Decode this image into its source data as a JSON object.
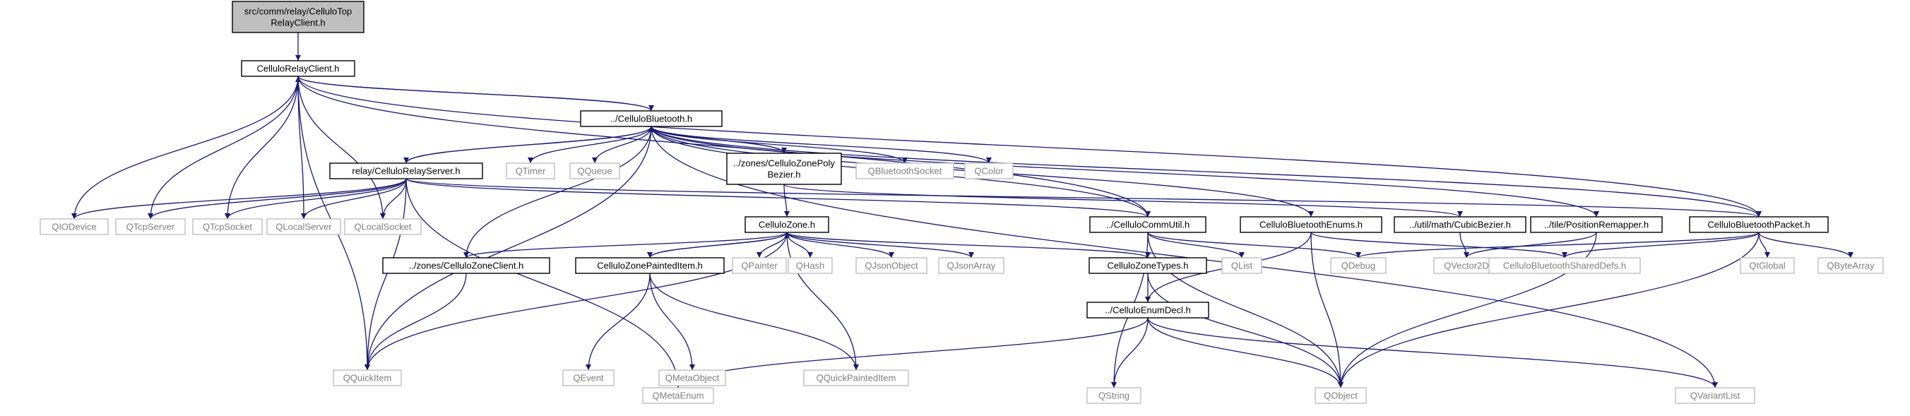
{
  "graph": {
    "colors": {
      "edge": "#191970",
      "root_fill": "#bfbfbf",
      "local_border": "#000000",
      "external_border": "#bfbfbf",
      "external_text": "#7f7f7f"
    },
    "nodes": {
      "root": {
        "lines": [
          "src/comm/relay/CelluloTop",
          "RelayClient.h"
        ],
        "kind": "root"
      },
      "relayclient": {
        "lines": [
          "CelluloRelayClient.h"
        ],
        "kind": "local"
      },
      "bluetooth": {
        "lines": [
          "../CelluloBluetooth.h"
        ],
        "kind": "local"
      },
      "relayserver": {
        "lines": [
          "relay/CelluloRelayServer.h"
        ],
        "kind": "local"
      },
      "polybezier": {
        "lines": [
          "../zones/CelluloZonePoly",
          "Bezier.h"
        ],
        "kind": "local"
      },
      "zone": {
        "lines": [
          "CelluloZone.h"
        ],
        "kind": "local"
      },
      "zoneclient": {
        "lines": [
          "../zones/CelluloZoneClient.h"
        ],
        "kind": "local"
      },
      "zonepainted": {
        "lines": [
          "CelluloZonePaintedItem.h"
        ],
        "kind": "local"
      },
      "zonetypes": {
        "lines": [
          "CelluloZoneTypes.h"
        ],
        "kind": "local"
      },
      "enumdecl": {
        "lines": [
          "../CelluloEnumDecl.h"
        ],
        "kind": "local"
      },
      "commutil": {
        "lines": [
          "../CelluloCommUtil.h"
        ],
        "kind": "local"
      },
      "btenums": {
        "lines": [
          "CelluloBluetoothEnums.h"
        ],
        "kind": "local"
      },
      "cubicbezier": {
        "lines": [
          "../util/math/CubicBezier.h"
        ],
        "kind": "local"
      },
      "remapper": {
        "lines": [
          "../tile/PositionRemapper.h"
        ],
        "kind": "local"
      },
      "btpacket": {
        "lines": [
          "CelluloBluetoothPacket.h"
        ],
        "kind": "local"
      },
      "qiodevice": {
        "lines": [
          "QIODevice"
        ],
        "kind": "external"
      },
      "qtcpserver": {
        "lines": [
          "QTcpServer"
        ],
        "kind": "external"
      },
      "qtcpsocket": {
        "lines": [
          "QTcpSocket"
        ],
        "kind": "external"
      },
      "qlocalserver": {
        "lines": [
          "QLocalServer"
        ],
        "kind": "external"
      },
      "qlocalsocket": {
        "lines": [
          "QLocalSocket"
        ],
        "kind": "external"
      },
      "qtimer": {
        "lines": [
          "QTimer"
        ],
        "kind": "external"
      },
      "qqueue": {
        "lines": [
          "QQueue"
        ],
        "kind": "external"
      },
      "qbtsocket": {
        "lines": [
          "QBluetoothSocket"
        ],
        "kind": "external"
      },
      "qcolor": {
        "lines": [
          "QColor"
        ],
        "kind": "external"
      },
      "qquickitem": {
        "lines": [
          "QQuickItem"
        ],
        "kind": "external"
      },
      "qpainter": {
        "lines": [
          "QPainter"
        ],
        "kind": "external"
      },
      "qhash": {
        "lines": [
          "QHash"
        ],
        "kind": "external"
      },
      "qjsonobject": {
        "lines": [
          "QJsonObject"
        ],
        "kind": "external"
      },
      "qjsonarray": {
        "lines": [
          "QJsonArray"
        ],
        "kind": "external"
      },
      "qevent": {
        "lines": [
          "QEvent"
        ],
        "kind": "external"
      },
      "qmetaobject": {
        "lines": [
          "QMetaObject"
        ],
        "kind": "external"
      },
      "qquickpainted": {
        "lines": [
          "QQuickPaintedItem"
        ],
        "kind": "external"
      },
      "qmetaenum": {
        "lines": [
          "QMetaEnum"
        ],
        "kind": "external"
      },
      "qstring": {
        "lines": [
          "QString"
        ],
        "kind": "external"
      },
      "qlist": {
        "lines": [
          "QList"
        ],
        "kind": "external"
      },
      "qdebug": {
        "lines": [
          "QDebug"
        ],
        "kind": "external"
      },
      "qobject": {
        "lines": [
          "QObject"
        ],
        "kind": "external"
      },
      "qvector2d": {
        "lines": [
          "QVector2D"
        ],
        "kind": "external"
      },
      "shareddefs": {
        "lines": [
          "CelluloBluetoothSharedDefs.h"
        ],
        "kind": "external"
      },
      "qglobal": {
        "lines": [
          "QtGlobal"
        ],
        "kind": "external"
      },
      "qbytearray": {
        "lines": [
          "QByteArray"
        ],
        "kind": "external"
      },
      "qvariantlist": {
        "lines": [
          "QVariantList"
        ],
        "kind": "external"
      }
    },
    "edges": [
      [
        "root",
        "relayclient"
      ],
      [
        "relayclient",
        "bluetooth"
      ],
      [
        "relayclient",
        "qiodevice"
      ],
      [
        "relayclient",
        "qtcpserver"
      ],
      [
        "relayclient",
        "qtcpsocket"
      ],
      [
        "relayclient",
        "qlocalserver"
      ],
      [
        "relayclient",
        "qlocalsocket"
      ],
      [
        "relayclient",
        "qquickitem"
      ],
      [
        "relayclient",
        "commutil"
      ],
      [
        "relayclient",
        "btpacket"
      ],
      [
        "bluetooth",
        "relayclient"
      ],
      [
        "bluetooth",
        "relayserver"
      ],
      [
        "bluetooth",
        "qtimer"
      ],
      [
        "bluetooth",
        "qqueue"
      ],
      [
        "bluetooth",
        "polybezier"
      ],
      [
        "bluetooth",
        "qbtsocket"
      ],
      [
        "bluetooth",
        "qcolor"
      ],
      [
        "bluetooth",
        "qquickitem"
      ],
      [
        "bluetooth",
        "zoneclient"
      ],
      [
        "bluetooth",
        "btenums"
      ],
      [
        "bluetooth",
        "commutil"
      ],
      [
        "bluetooth",
        "remapper"
      ],
      [
        "bluetooth",
        "btpacket"
      ],
      [
        "bluetooth",
        "qvariantlist"
      ],
      [
        "relayserver",
        "bluetooth"
      ],
      [
        "relayserver",
        "qiodevice"
      ],
      [
        "relayserver",
        "qtcpserver"
      ],
      [
        "relayserver",
        "qtcpsocket"
      ],
      [
        "relayserver",
        "qlocalserver"
      ],
      [
        "relayserver",
        "qlocalsocket"
      ],
      [
        "relayserver",
        "qquickitem"
      ],
      [
        "relayserver",
        "commutil"
      ],
      [
        "relayserver",
        "btpacket"
      ],
      [
        "relayserver",
        "qmetaenum"
      ],
      [
        "polybezier",
        "bluetooth"
      ],
      [
        "polybezier",
        "zone"
      ],
      [
        "polybezier",
        "cubicbezier"
      ],
      [
        "zone",
        "zoneclient"
      ],
      [
        "zone",
        "zonepainted"
      ],
      [
        "zone",
        "qpainter"
      ],
      [
        "zone",
        "qhash"
      ],
      [
        "zone",
        "qjsonobject"
      ],
      [
        "zone",
        "qjsonarray"
      ],
      [
        "zone",
        "zonetypes"
      ],
      [
        "zone",
        "qquickitem"
      ],
      [
        "zone",
        "qquickpainted"
      ],
      [
        "zoneclient",
        "qquickitem"
      ],
      [
        "zonepainted",
        "zone"
      ],
      [
        "zonepainted",
        "qevent"
      ],
      [
        "zonepainted",
        "qmetaobject"
      ],
      [
        "zonepainted",
        "qquickpainted"
      ],
      [
        "zonetypes",
        "enumdecl"
      ],
      [
        "zonetypes",
        "qobject"
      ],
      [
        "enumdecl",
        "qmetaenum"
      ],
      [
        "enumdecl",
        "qstring"
      ],
      [
        "enumdecl",
        "qobject"
      ],
      [
        "enumdecl",
        "qvariantlist"
      ],
      [
        "commutil",
        "qlist"
      ],
      [
        "commutil",
        "qdebug"
      ],
      [
        "commutil",
        "qobject"
      ],
      [
        "commutil",
        "qstring"
      ],
      [
        "btenums",
        "enumdecl"
      ],
      [
        "btenums",
        "shareddefs"
      ],
      [
        "btenums",
        "qobject"
      ],
      [
        "cubicbezier",
        "qvector2d"
      ],
      [
        "remapper",
        "qvector2d"
      ],
      [
        "remapper",
        "qobject"
      ],
      [
        "btpacket",
        "qdebug"
      ],
      [
        "btpacket",
        "shareddefs"
      ],
      [
        "btpacket",
        "qobject"
      ],
      [
        "btpacket",
        "qglobal"
      ],
      [
        "btpacket",
        "qbytearray"
      ]
    ]
  }
}
